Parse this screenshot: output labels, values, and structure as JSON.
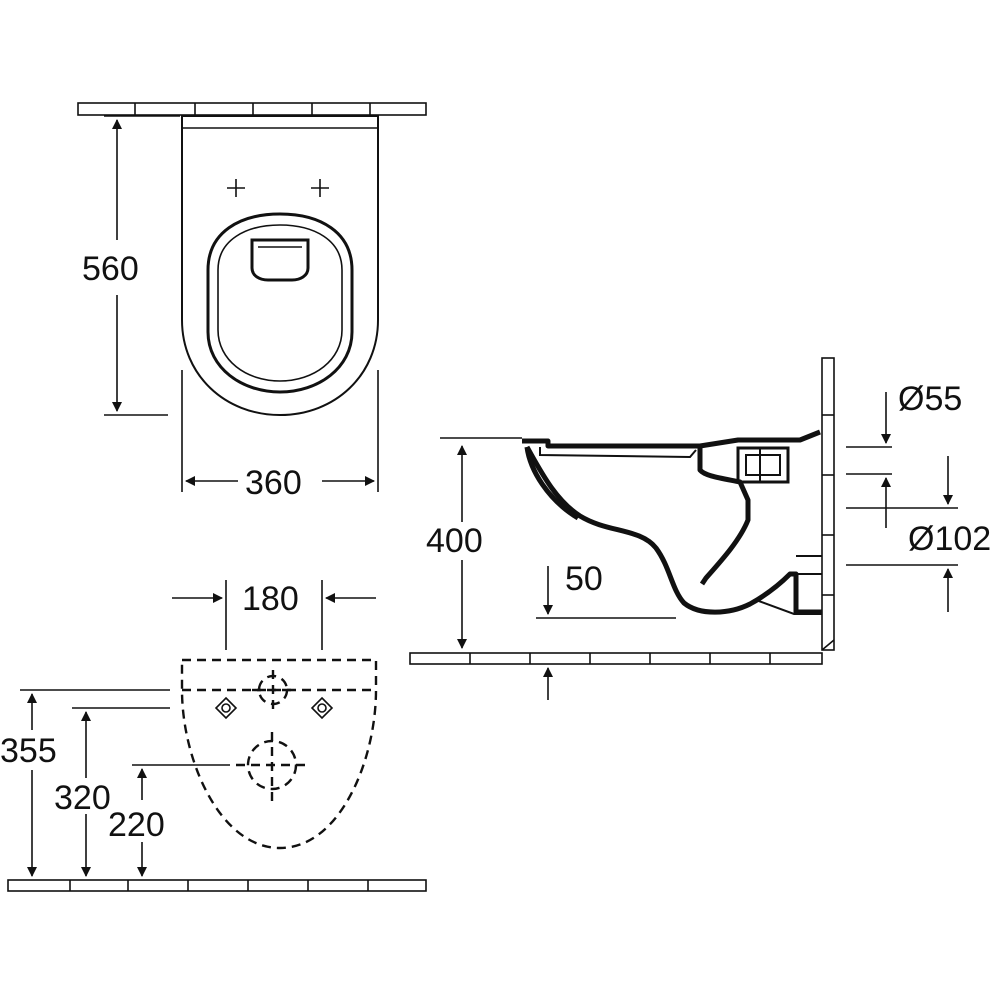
{
  "dimensions": {
    "top_view_depth": "560",
    "top_view_width": "360",
    "side_view_height": "400",
    "side_view_offset": "50",
    "inlet_diameter": "Ø55",
    "outlet_diameter": "Ø102",
    "fixing_spacing": "180",
    "fixing_height_upper": "355",
    "fixing_height_mid": "320",
    "fixing_height_lower": "220"
  }
}
